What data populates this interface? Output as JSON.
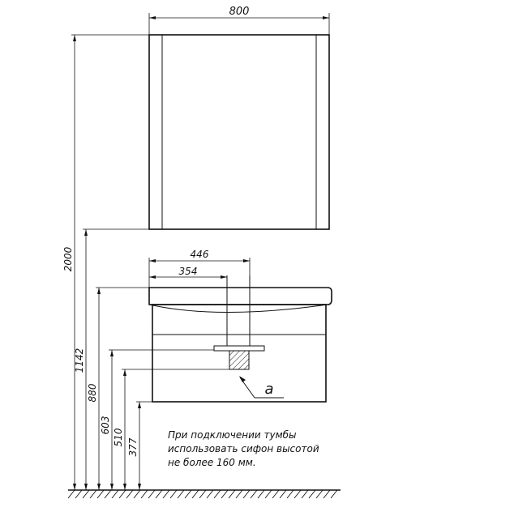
{
  "dimensions": {
    "width_top": "800",
    "width_446": "446",
    "width_354": "354",
    "height_2000": "2000",
    "height_1142": "1142",
    "height_880": "880",
    "height_603": "603",
    "height_510": "510",
    "height_377": "377"
  },
  "callout": {
    "label": "a"
  },
  "note": {
    "line1": "При подключении тумбы",
    "line2": "использовать сифон высотой",
    "line3": "не более 160 мм."
  }
}
